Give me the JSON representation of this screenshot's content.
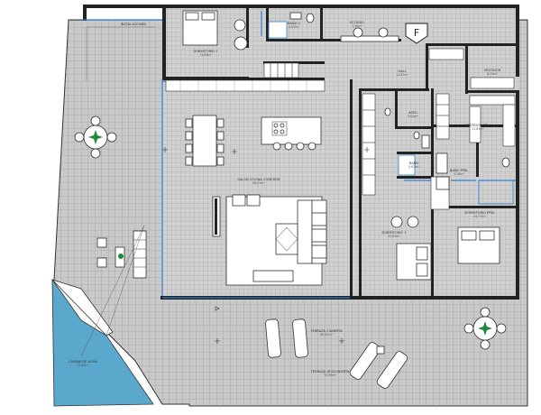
{
  "plan": {
    "rooms": [
      {
        "name": "INSTALACIONES",
        "area": ""
      },
      {
        "name": "DORMITORIO 2",
        "area": "13,63m²"
      },
      {
        "name": "BAÑO 2",
        "area": "4,67m²"
      },
      {
        "name": "ESTUDIO",
        "area": "7,40m²"
      },
      {
        "name": "HALL",
        "area": "12,87m²"
      },
      {
        "name": "VESTIDOR",
        "area": "6,31m²"
      },
      {
        "name": "ASEO",
        "area": "3,02m²"
      },
      {
        "name": "VESTIDOR PPAL",
        "area": "11,83m²"
      },
      {
        "name": "SALÓN COCINA COMEDOR",
        "area": "58,55m²"
      },
      {
        "name": "BAÑO",
        "area": "4,67m²"
      },
      {
        "name": "BAÑO PPAL",
        "area": "9,28m²"
      },
      {
        "name": "DORMITORIO 1",
        "area": "22,93m²"
      },
      {
        "name": "DORMITORIO PPAL",
        "area": "24,77m²"
      },
      {
        "name": "TERRAZA CUBIERTA",
        "area": "80,03m²"
      },
      {
        "name": "TERRAZA DESCUBIERTA",
        "area": "72,86m²"
      },
      {
        "name": "LÁMINA DE AGUA",
        "area": "22,65m²"
      }
    ],
    "entrance_marker": "F",
    "colors": {
      "water": "#5aa8cc",
      "floor_grid": "#9a9a9a",
      "glass": "#2f7fd6",
      "plant": "#1e8a3c"
    }
  }
}
